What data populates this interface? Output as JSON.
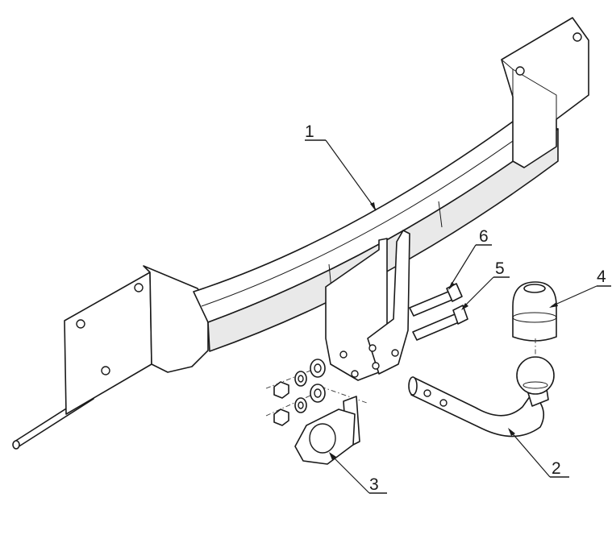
{
  "callouts": [
    {
      "id": "1",
      "label": "1",
      "part": "cross-beam"
    },
    {
      "id": "2",
      "label": "2",
      "part": "tow-ball-neck"
    },
    {
      "id": "3",
      "label": "3",
      "part": "socket-plate"
    },
    {
      "id": "4",
      "label": "4",
      "part": "ball-cover"
    },
    {
      "id": "5",
      "label": "5",
      "part": "bolt"
    },
    {
      "id": "6",
      "label": "6",
      "part": "bolt"
    }
  ],
  "colors": {
    "line": "#1a1a1a",
    "background": "#ffffff",
    "shade": "#e9e9e9"
  }
}
